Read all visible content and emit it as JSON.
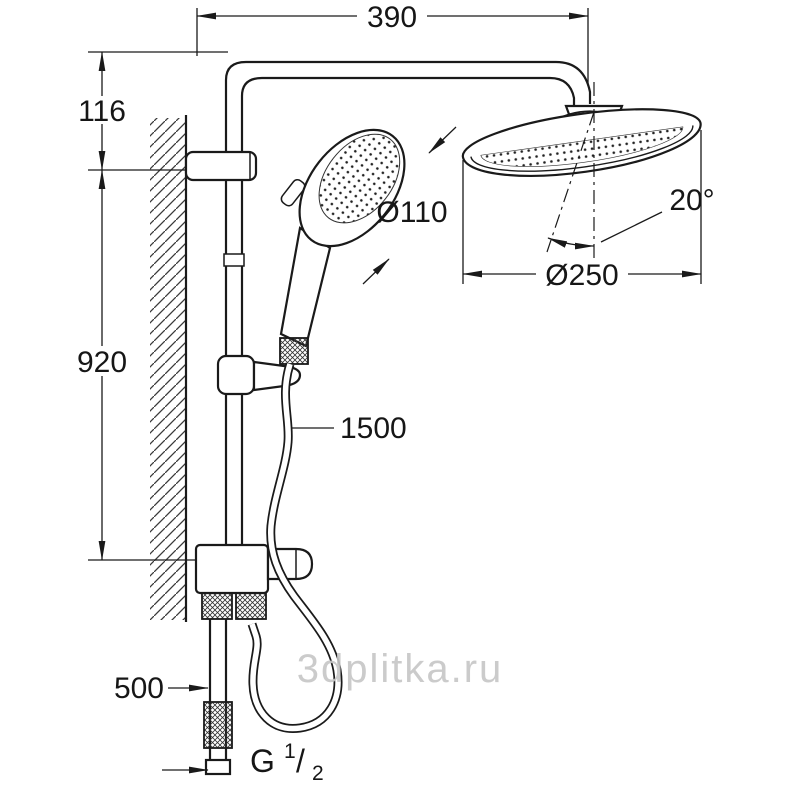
{
  "drawing": {
    "watermark": "3dplitka.ru",
    "dims": {
      "top_width": "390",
      "upper_offset": "116",
      "bar_height": "920",
      "hand_diameter": "Ø110",
      "tilt_angle": "20°",
      "head_diameter": "Ø250",
      "hose_length": "1500",
      "bottom_offset": "500",
      "thread": {
        "prefix": "G",
        "numerator": "1",
        "slash": "/",
        "denominator": "2"
      }
    }
  }
}
